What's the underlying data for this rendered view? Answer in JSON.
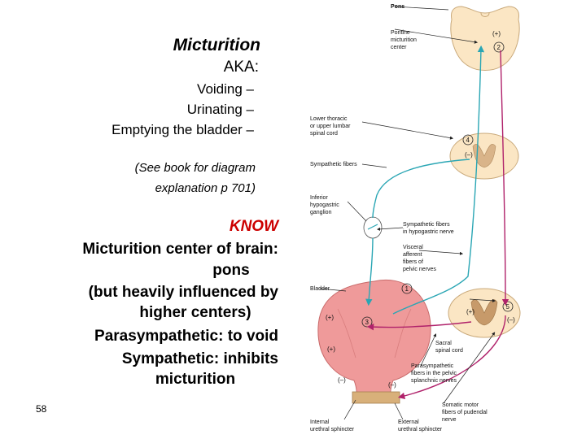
{
  "title": "Micturition",
  "aka": "AKA:",
  "synonyms": [
    "Voiding –",
    "Urinating –",
    "Emptying the bladder –"
  ],
  "see_book": [
    "(See book for diagram",
    "explanation p 701)"
  ],
  "know": {
    "heading": "KNOW",
    "lines": [
      "Micturition center of brain:",
      "pons",
      "(but heavily influenced by",
      "higher centers)",
      "Parasympathetic: to void",
      "Sympathetic: inhibits",
      "micturition"
    ]
  },
  "slide_number": "58",
  "diagram": {
    "labels": {
      "pons": "Pons",
      "pmc": [
        "Pontine",
        "micturition",
        "center"
      ],
      "lower_thoracic": [
        "Lower thoracic",
        "or upper lumbar",
        "spinal cord"
      ],
      "sympathetic_fibers": "Sympathetic fibers",
      "inferior_ganglion": [
        "Inferior",
        "hypogastric",
        "ganglion"
      ],
      "symp_hypogastric": [
        "Sympathetic fibers",
        "in hypogastric nerve"
      ],
      "visceral_afferent": [
        "Visceral",
        "afferent",
        "fibers of",
        "pelvic nerves"
      ],
      "bladder": "Bladder",
      "sacral": [
        "Sacral",
        "spinal cord"
      ],
      "parasymp_fibers": [
        "Parasympathetic",
        "fibers in the pelvic",
        "splanchnic nerves"
      ],
      "somatic_motor": [
        "Somatic motor",
        "fibers of pudendal",
        "nerve"
      ],
      "internal_sphincter": [
        "Internal",
        "urethral sphincter"
      ],
      "external_sphincter": [
        "External",
        "urethral sphincter"
      ]
    },
    "numbers": [
      "1",
      "2",
      "3",
      "4",
      "5"
    ],
    "signs": {
      "plus": "(+)",
      "minus": "(–)"
    },
    "colors": {
      "blue_nerve": "#2aa6b4",
      "purple_nerve": "#b0226b",
      "bladder": "#ef9a9a",
      "cord": "#fbe6c4",
      "grey_matter": "#c79a6a"
    }
  }
}
